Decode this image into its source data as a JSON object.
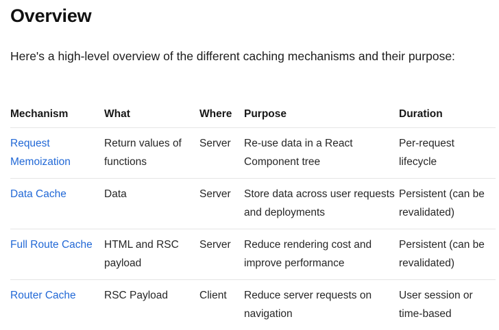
{
  "title": "Overview",
  "intro": "Here's a high-level overview of the different caching mechanisms and their purpose:",
  "colors": {
    "text": "#171717",
    "link": "#2168d6",
    "divider": "#e5e5e5"
  },
  "table": {
    "headers": [
      "Mechanism",
      "What",
      "Where",
      "Purpose",
      "Duration"
    ],
    "rows": [
      {
        "mechanism": "Request Memoization",
        "what": "Return values of functions",
        "where": "Server",
        "purpose": "Re-use data in a React Component tree",
        "duration": "Per-request lifecycle"
      },
      {
        "mechanism": "Data Cache",
        "what": "Data",
        "where": "Server",
        "purpose": "Store data across user requests and deployments",
        "duration": "Persistent (can be revalidated)"
      },
      {
        "mechanism": "Full Route Cache",
        "what": "HTML and RSC payload",
        "where": "Server",
        "purpose": "Reduce rendering cost and improve performance",
        "duration": "Persistent (can be revalidated)"
      },
      {
        "mechanism": "Router Cache",
        "what": "RSC Payload",
        "where": "Client",
        "purpose": "Reduce server requests on navigation",
        "duration": "User session or time-based"
      }
    ]
  }
}
